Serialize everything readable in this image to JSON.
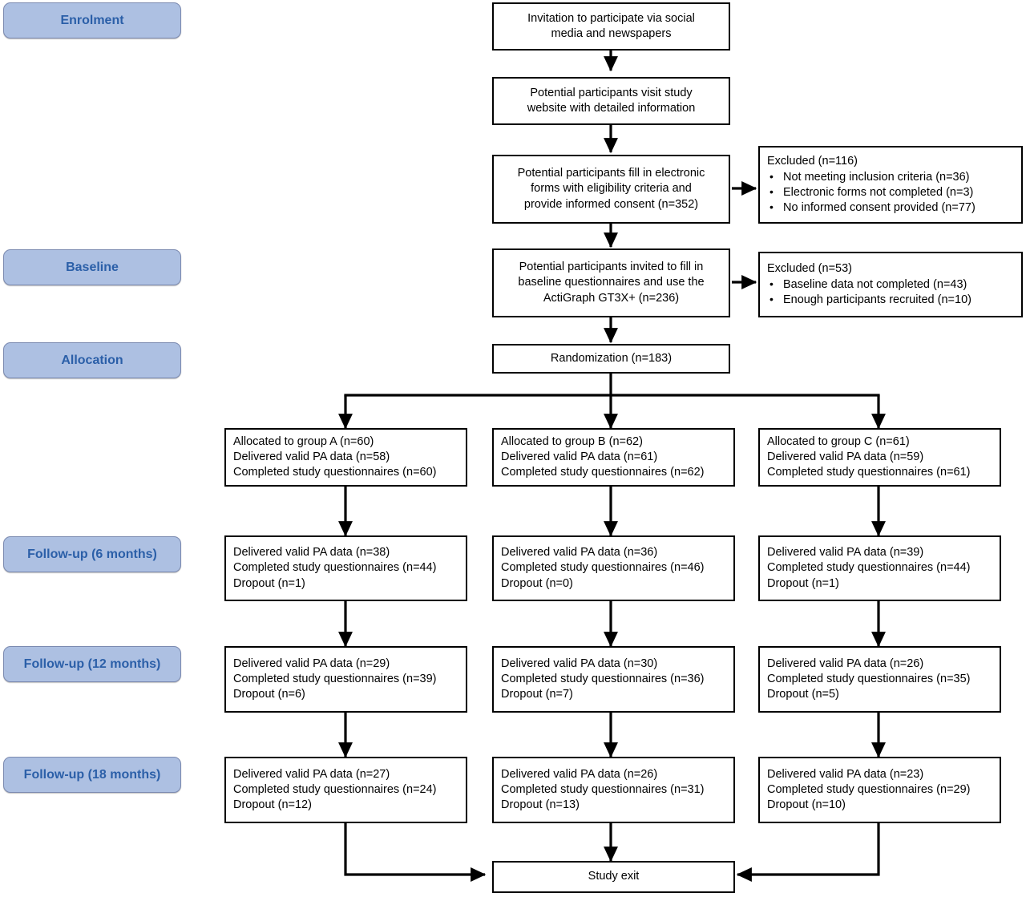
{
  "diagram": {
    "title": "CONSORT participant flow diagram",
    "stage_color": "#adc0e2",
    "stage_text_color": "#2b5fa8",
    "box_border_color": "#000000",
    "background": "#ffffff"
  },
  "stages": [
    {
      "label": "Enrolment"
    },
    {
      "label": "Baseline"
    },
    {
      "label": "Allocation"
    },
    {
      "label": "Follow-up (6 months)"
    },
    {
      "label": "Follow-up (12 months)"
    },
    {
      "label": "Follow-up (18 months)"
    }
  ],
  "enrolment": {
    "invitation": {
      "line1": "Invitation to participate via social",
      "line2": "media and newspapers"
    },
    "website": {
      "line1": "Potential participants visit study",
      "line2": "website with detailed information"
    },
    "eligibility": {
      "line1": "Potential participants fill in electronic",
      "line2": "forms with eligibility criteria and",
      "line3": "provide informed consent (n=352)"
    },
    "excluded_1": {
      "header": "Excluded (n=116)",
      "items": [
        "Not meeting inclusion criteria (n=36)",
        "Electronic forms not completed (n=3)",
        "No informed consent provided (n=77)"
      ]
    }
  },
  "baseline": {
    "invited": {
      "line1": "Potential participants invited to fill in",
      "line2": "baseline questionnaires and use the",
      "line3": "ActiGraph GT3X+ (n=236)"
    },
    "excluded_2": {
      "header": "Excluded (n=53)",
      "items": [
        "Baseline data not completed (n=43)",
        "Enough participants recruited (n=10)"
      ]
    }
  },
  "allocation": {
    "randomization": "Randomization (n=183)",
    "groups": [
      {
        "line1": "Allocated to group A (n=60)",
        "line2": "Delivered valid PA data (n=58)",
        "line3": "Completed study questionnaires (n=60)"
      },
      {
        "line1": "Allocated to group B (n=62)",
        "line2": "Delivered valid PA data (n=61)",
        "line3": "Completed study questionnaires (n=62)"
      },
      {
        "line1": "Allocated to group C (n=61)",
        "line2": "Delivered valid PA data (n=59)",
        "line3": "Completed study questionnaires (n=61)"
      }
    ]
  },
  "followup_6": [
    {
      "line1": "Delivered valid PA data (n=38)",
      "line2": "Completed study questionnaires (n=44)",
      "line3": "Dropout (n=1)"
    },
    {
      "line1": "Delivered valid PA data (n=36)",
      "line2": "Completed study questionnaires (n=46)",
      "line3": "Dropout (n=0)"
    },
    {
      "line1": "Delivered valid PA data (n=39)",
      "line2": "Completed study questionnaires (n=44)",
      "line3": "Dropout (n=1)"
    }
  ],
  "followup_12": [
    {
      "line1": "Delivered valid PA data (n=29)",
      "line2": "Completed study questionnaires (n=39)",
      "line3": "Dropout (n=6)"
    },
    {
      "line1": "Delivered valid PA data (n=30)",
      "line2": "Completed study questionnaires (n=36)",
      "line3": "Dropout (n=7)"
    },
    {
      "line1": "Delivered valid PA data (n=26)",
      "line2": "Completed study questionnaires (n=35)",
      "line3": "Dropout (n=5)"
    }
  ],
  "followup_18": [
    {
      "line1": "Delivered valid PA data (n=27)",
      "line2": "Completed study questionnaires (n=24)",
      "line3": "Dropout (n=12)"
    },
    {
      "line1": "Delivered valid PA data (n=26)",
      "line2": "Completed study questionnaires (n=31)",
      "line3": "Dropout (n=13)"
    },
    {
      "line1": "Delivered valid PA data (n=23)",
      "line2": "Completed study questionnaires (n=29)",
      "line3": "Dropout (n=10)"
    }
  ],
  "exit": {
    "label": "Study exit"
  },
  "bullets": {
    "glyph": "•"
  }
}
